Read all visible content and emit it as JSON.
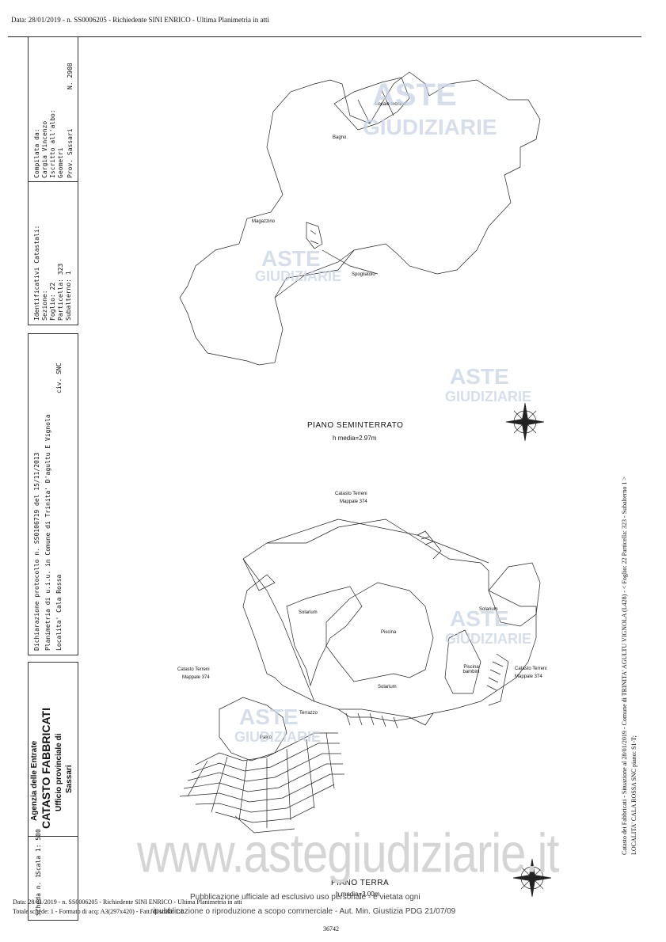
{
  "header": {
    "text": "Data: 28/01/2019 - n. SS0006205 - Richiedente SINI ENRICO - Ultima Planimetria in atti"
  },
  "left_panel": {
    "compilata": [
      "Compilata da:",
      "Cargia Vincenzo",
      "Iscritto all'albo:",
      "Geometri"
    ],
    "prov": "Prov. Sassari",
    "prov_n": "N. 2908",
    "identificativi": [
      "Identificativi Catastali:",
      "Sezione:",
      "Foglio: 22",
      "Particella: 323",
      "Subalterno: 1"
    ],
    "dichiarazione": "Dichiarazione protocollo n. SS0106719  del 15/11/2013",
    "planimetria": "Planimetria di u.i.u. in Comune di Trinita' D'agultu E Vignola",
    "localita": "Localita' Cala Rossa",
    "civ": "civ. SNC",
    "agenzia": "Agenzia delle Entrate",
    "catasto": "CATASTO FABBRICATI",
    "ufficio": "Ufficio provinciale di",
    "sassari": "Sassari",
    "scheda": "Scheda n. 1",
    "scala": "Scala 1: 500"
  },
  "plan": {
    "seminterrato_title": "PIANO SEMINTERRATO",
    "seminterrato_sub": "h media=2.97m",
    "terra_title": "PIANO TERRA",
    "terra_sub": "h media=3.00m",
    "labels": {
      "magazzino": "Magazzino",
      "spogliatoio": "Spogliatoio",
      "locale_tecnico": "Locale tecnico",
      "bagno": "Bagno",
      "catasto_terreni_1": "Catasto Terreni",
      "mappale_1": "Mappale 374",
      "catasto_terreni_2": "Catasto Terreni",
      "mappale_2": "Mappale 374",
      "catasto_terreni_3": "Catasto Terreni",
      "mappale_3": "Mappale 374",
      "solarium_1": "Solarium",
      "solarium_2": "Solarium",
      "solarium_3": "Solarium",
      "piscina": "Piscina",
      "piscina_bambini": "Piscina bambini",
      "terrazzo": "Terrazzo",
      "palco": "Palco"
    }
  },
  "watermarks": {
    "aste": "ASTE",
    "giudiziarie": "GIUDIZIARIE",
    "site": "www.astegiudiziarie.it"
  },
  "publication": {
    "line1": "Pubblicazione ufficiale ad esclusivo uso personale - è vietata ogni",
    "line2": "ripubblicazione o riproduzione a scopo commerciale - Aut. Min. Giustizia PDG 21/07/09"
  },
  "footer": {
    "line1": "Data: 28/01/2019 - n. SS0006205 - Richiedente SINI ENRICO - Ultima Planimetria in atti",
    "line2": "Totale schede: 1 - Formato di acq: A3(297x420) - Fatt. di scala: 1:1",
    "page": "36742"
  },
  "right_vertical": {
    "line1": "Catasto dei Fabbricati - Situazione al 28/01/2019 - Comune di TRINITA' AGULTU VIGNOLA (L428) - < Foglio: 22 Particella: 323 - Subalterno 1 >",
    "line2": "LOCALITA' CALA ROSSA SNC piano: S1-T;"
  }
}
